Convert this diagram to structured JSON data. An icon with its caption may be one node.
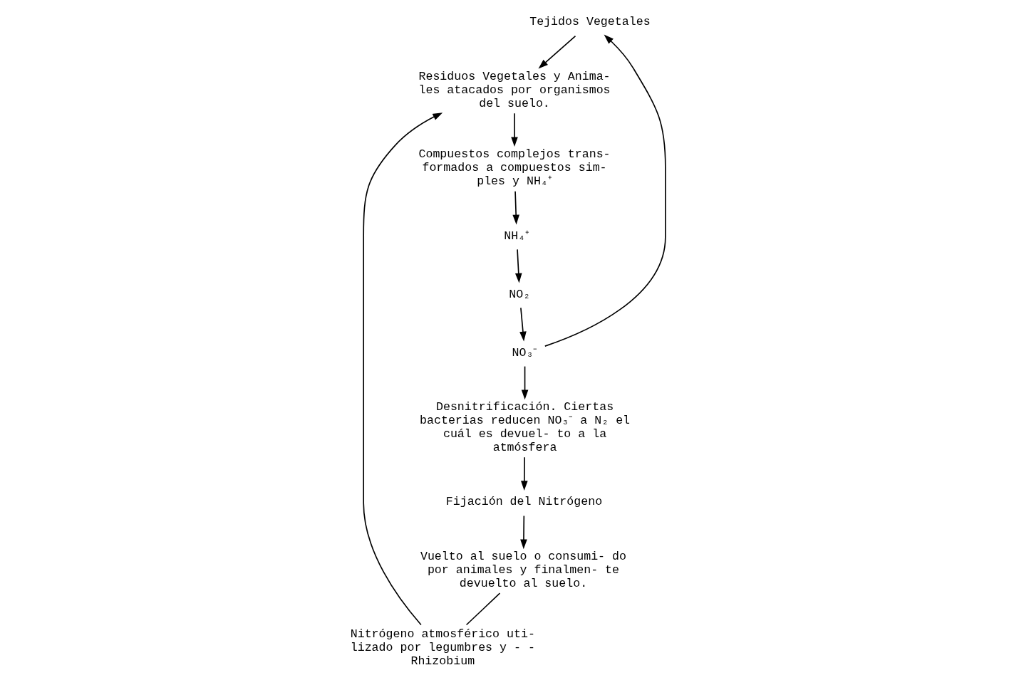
{
  "diagram": {
    "nodes": [
      {
        "text": [
          "Tejidos Vegetales"
        ]
      },
      {
        "text": [
          "Residuos Vegetales y Anima- les atacados por organismos del suelo."
        ]
      },
      {
        "text": [
          "Compuestos complejos trans- formados a compuestos sim- ples y NH₄⁺"
        ]
      },
      {
        "text": [
          "NO₃⁻"
        ]
      },
      {
        "text": [
          "NO₂"
        ]
      },
      {
        "text": [
          "NH₄⁺"
        ]
      },
      {
        "text": [
          "Desnitrificación. Ciertas bacterias reducen NO₃⁻ a N₂ el cuál es devuel- to a la atmósfera"
        ]
      },
      {
        "text": [
          "Nitrógeno atmosférico uti- lizado por legumbres y - - Rhizobium"
        ]
      },
      {
        "text": [
          "Fijación del Nitrógeno"
        ]
      },
      {
        "text": [
          "Vuelto al suelo o consumi- do por animales y finalmen- te devuelto al suelo."
        ]
      }
    ],
    "edges": [
      {
        "from": 3,
        "to": 0,
        "arrow": "to"
      },
      {
        "from": 0,
        "to": 1,
        "arrow": "to"
      },
      {
        "from": 1,
        "to": 2,
        "arrow": "to"
      },
      {
        "from": 2,
        "to": 5,
        "arrow": "to"
      },
      {
        "from": 5,
        "to": 4,
        "arrow": "to"
      },
      {
        "from": 4,
        "to": 3,
        "arrow": "to"
      },
      {
        "from": 3,
        "to": 6,
        "arrow": "to"
      },
      {
        "from": 6,
        "to": 8,
        "arrow": "to"
      },
      {
        "from": 8,
        "to": 9,
        "arrow": "to"
      },
      {
        "from": 9,
        "to": 7,
        "arrow": "none"
      },
      {
        "from": 7,
        "to": 1,
        "arrow": "to"
      }
    ]
  }
}
